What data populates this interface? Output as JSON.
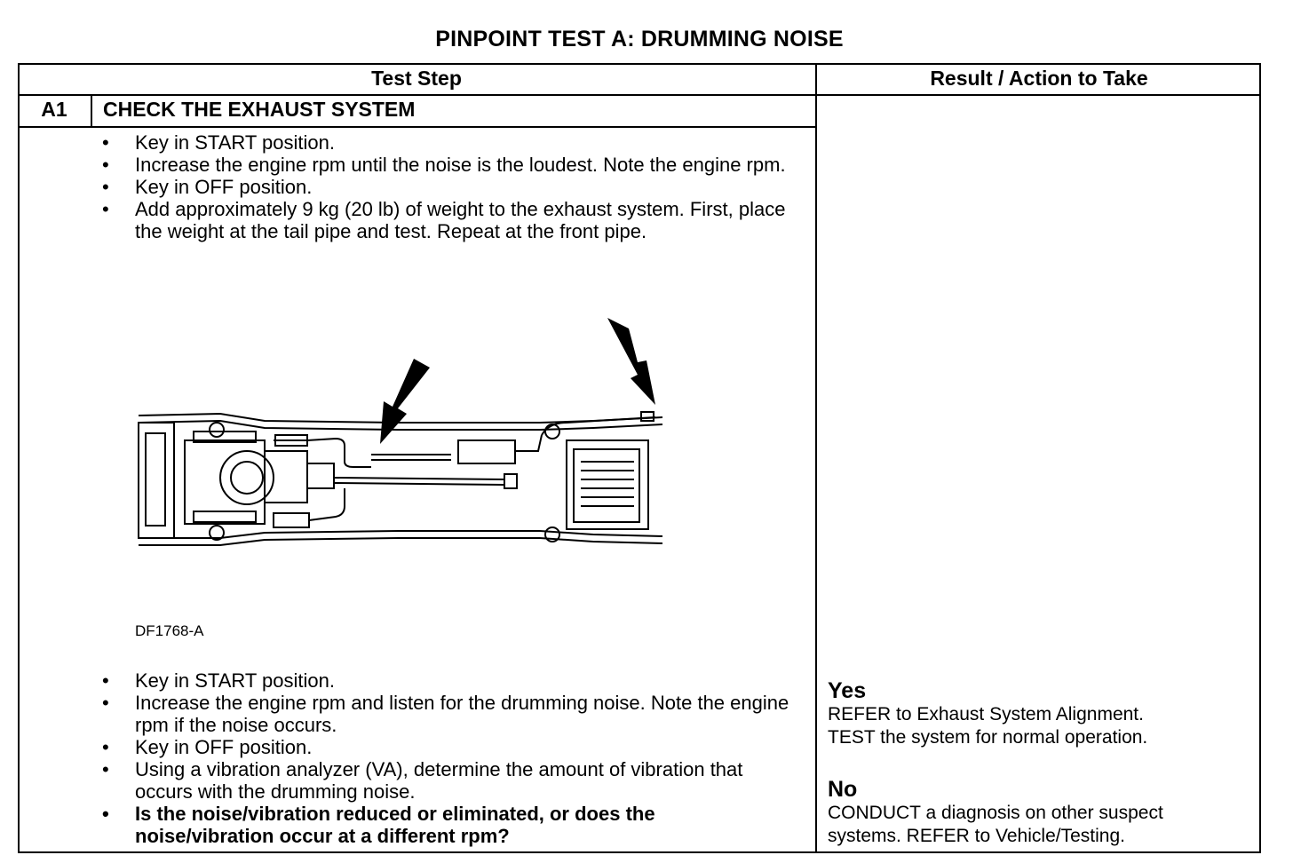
{
  "title": "PINPOINT TEST  A: DRUMMING NOISE",
  "table": {
    "header_step": "Test Step",
    "header_result": "Result / Action to Take"
  },
  "step": {
    "id": "A1",
    "title": "CHECK THE EXHAUST SYSTEM",
    "bullets_top": [
      "Key in START position.",
      "Increase the engine rpm until the noise is the loudest. Note the engine rpm.",
      "Key in OFF position.",
      "Add approximately 9 kg (20 lb) of weight to the exhaust system. First, place the weight at the tail pipe and test. Repeat at the front pipe."
    ],
    "figure_id": "DF1768-A",
    "bullets_bottom": [
      "Key in START position.",
      "Increase the engine rpm and listen for the drumming noise. Note the engine rpm if the noise occurs.",
      "Key in OFF position.",
      "Using a vibration analyzer (VA), determine the amount of vibration that occurs with the drumming noise.",
      "Is the noise/vibration reduced or eliminated, or does the noise/vibration occur at a different rpm?"
    ]
  },
  "results": {
    "yes_heading": "Yes",
    "yes_line1": "REFER to Exhaust System Alignment.",
    "yes_line2": "TEST the system for normal operation.",
    "no_heading": "No",
    "no_line1": "CONDUCT a diagnosis on other suspect",
    "no_line2": "systems. REFER to Vehicle/Testing."
  }
}
